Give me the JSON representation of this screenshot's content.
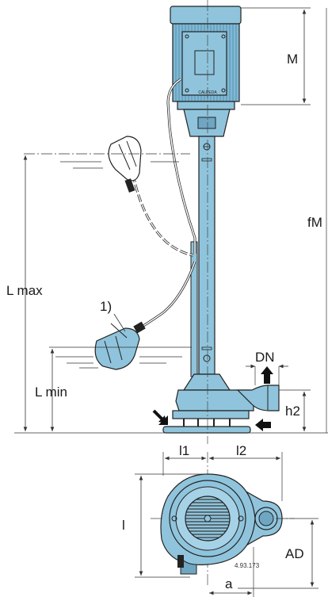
{
  "colors": {
    "pump_fill": "#8fc4dc",
    "pump_dark": "#6fa6c2",
    "outline": "#222222",
    "dimension_line": "#333333"
  },
  "labels": {
    "M": "M",
    "fM": "fM",
    "L_max": "L max",
    "L_min": "L min",
    "float_note": "1)",
    "DN": "DN",
    "h2": "h2",
    "l1": "l1",
    "l2": "l2",
    "l": "l",
    "AD": "AD",
    "a": "a",
    "drawing_number": "4.93.173",
    "motor_brand": "CALPEDA"
  }
}
